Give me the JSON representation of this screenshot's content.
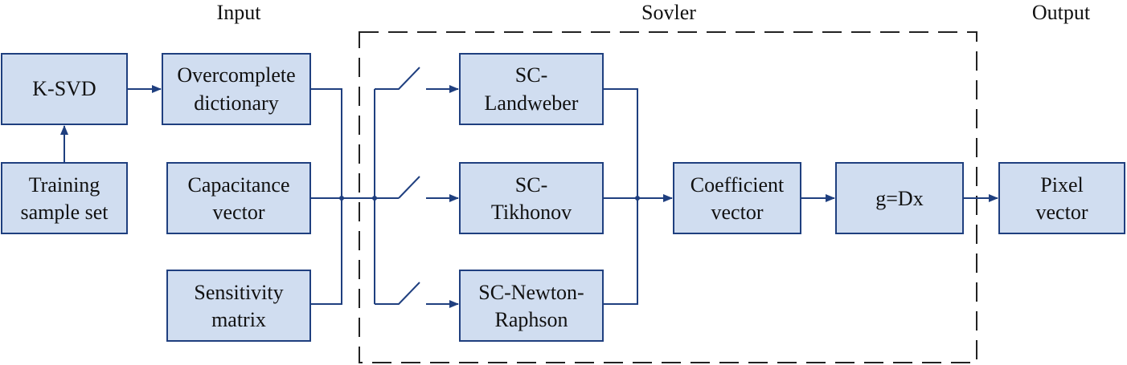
{
  "sections": {
    "input": "Input",
    "solver": "Sovler",
    "output": "Output"
  },
  "boxes": {
    "ksvd": [
      "K-SVD"
    ],
    "training": [
      "Training",
      "sample set"
    ],
    "dictionary": [
      "Overcomplete",
      "dictionary"
    ],
    "capacitance": [
      "Capacitance",
      "vector"
    ],
    "sensitivity": [
      "Sensitivity",
      "matrix"
    ],
    "landweber": [
      "SC-",
      "Landweber"
    ],
    "tikhonov": [
      "SC-",
      "Tikhonov"
    ],
    "newton": [
      "SC-Newton-",
      "Raphson"
    ],
    "coefficient": [
      "Coefficient",
      "vector"
    ],
    "gdx": [
      "g=Dx"
    ],
    "pixel": [
      "Pixel",
      "vector"
    ]
  },
  "colors": {
    "box_fill": "#d0ddf0",
    "line": "#1f3f7f"
  }
}
